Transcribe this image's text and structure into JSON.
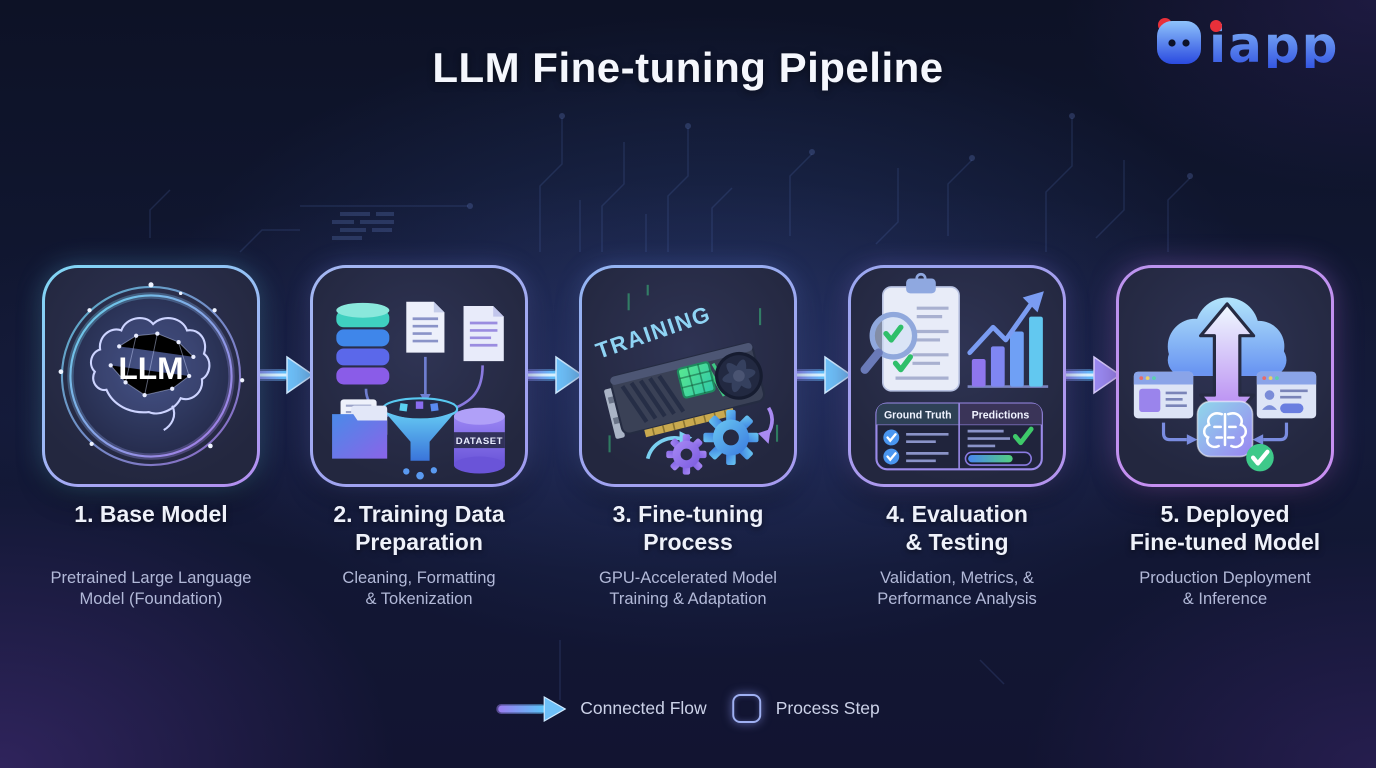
{
  "title": "LLM Fine-tuning Pipeline",
  "brand": {
    "name": "iapp"
  },
  "steps": [
    {
      "title": "1. Base Model",
      "subtitle": "Pretrained Large Language\nModel (Foundation)",
      "icon": "brain-llm",
      "icon_label": "LLM"
    },
    {
      "title": "2. Training Data\nPreparation",
      "subtitle": "Cleaning, Formatting\n& Tokenization",
      "icon": "data-funnel",
      "icon_label": "DATASET"
    },
    {
      "title": "3. Fine-tuning\nProcess",
      "subtitle": "GPU-Accelerated Model\nTraining & Adaptation",
      "icon": "gpu-training",
      "icon_label": "TRAINING"
    },
    {
      "title": "4. Evaluation\n& Testing",
      "subtitle": "Validation, Metrics, &\nPerformance Analysis",
      "icon": "evaluation-report",
      "table_col1": "Ground Truth",
      "table_col2": "Predictions"
    },
    {
      "title": "5. Deployed\nFine-tuned Model",
      "subtitle": "Production Deployment\n& Inference",
      "icon": "cloud-deploy"
    }
  ],
  "legend": {
    "flow_label": "Connected Flow",
    "step_label": "Process Step"
  },
  "colors": {
    "background": "#0E142C",
    "accent_cyan": "#5AC8FA",
    "accent_purple": "#A78BFA",
    "accent_green": "#3EC98A",
    "card_border_cyan": "#7FD4F5",
    "card_border_purple": "#BB93EE"
  }
}
